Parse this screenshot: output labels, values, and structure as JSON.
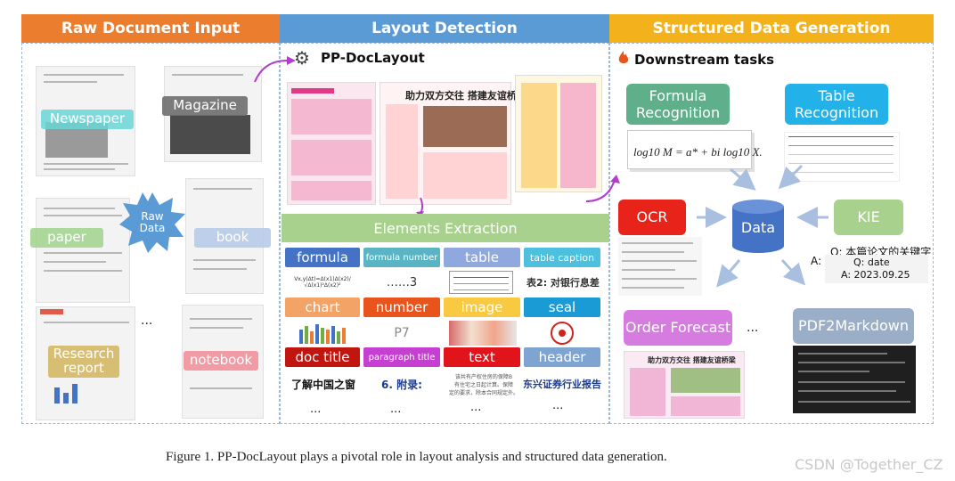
{
  "headers": {
    "raw_input": "Raw Document Input",
    "layout_detection": "Layout Detection",
    "structured": "Structured Data Generation"
  },
  "colors": {
    "orange": "#ea7d2e",
    "blue": "#5b9bd5",
    "gold": "#f3b21c",
    "purple_arrow": "#b03fc9"
  },
  "raw_input": {
    "labels": {
      "newspaper": "Newspaper",
      "magazine": "Magazine",
      "paper": "paper",
      "book": "book",
      "research_report": "Research report",
      "notebook": "notebook"
    },
    "raw_data": "Raw Data",
    "ellipsis": "..."
  },
  "layout_detection": {
    "model_name": "PP-DocLayout",
    "doc_headline": "助力双方交往  搭建友谊桥梁",
    "elements_title": "Elements Extraction",
    "categories": [
      {
        "label": "formula",
        "color": "#4472c4",
        "sample": "Vx,y(Δt)=Δ(x1)Δ(x2)/√Δ(x1)²Δ(x2)²"
      },
      {
        "label": "formula number",
        "color": "#5ab4c4",
        "sample": "……3"
      },
      {
        "label": "table",
        "color": "#8fa8de",
        "sample": "table-thumbnail"
      },
      {
        "label": "table caption",
        "color": "#4dc0e0",
        "sample": "表2: 对银行息差"
      },
      {
        "label": "chart",
        "color": "#f4a366",
        "sample": "chart-thumbnail"
      },
      {
        "label": "number",
        "color": "#e8541b",
        "sample": "P7"
      },
      {
        "label": "image",
        "color": "#f9c941",
        "sample": "image-thumbnail"
      },
      {
        "label": "seal",
        "color": "#1a9bd6",
        "sample": "seal-thumbnail"
      },
      {
        "label": "doc title",
        "color": "#c0160f",
        "sample": "了解中国之窗"
      },
      {
        "label": "paragraph title",
        "color": "#c53fd0",
        "sample": "6. 附录:"
      },
      {
        "label": "text",
        "color": "#e0141a",
        "sample": "该共有产权住房的保障B\n有住宅之日起计算。保障\n定的要求，除本合同规定外。"
      },
      {
        "label": "header",
        "color": "#7ea5d2",
        "sample": "东兴证券行业报告"
      }
    ],
    "ellipsis": "..."
  },
  "structured": {
    "downstream_title": "Downstream tasks",
    "tasks": {
      "formula_recognition": "Formula Recognition",
      "table_recognition": "Table Recognition",
      "ocr": "OCR",
      "kie": "KIE",
      "order_forecast": "Order Forecast",
      "pdf2markdown": "PDF2Markdown"
    },
    "data_label": "Data",
    "formula_text": "log10 M = a* + bi log10 X.",
    "kie_question": "Q: 本篇论文的关键字",
    "kie_a": "A:",
    "kie_q": "Q: date",
    "kie_answer": "A: 2023.09.25",
    "ellipsis": "...",
    "doc_headline": "助力双方交往  搭建友谊桥梁"
  },
  "caption": "Figure 1. PP-DocLayout plays a pivotal role in layout analysis and structured data generation.",
  "watermark": "CSDN @Together_CZ"
}
